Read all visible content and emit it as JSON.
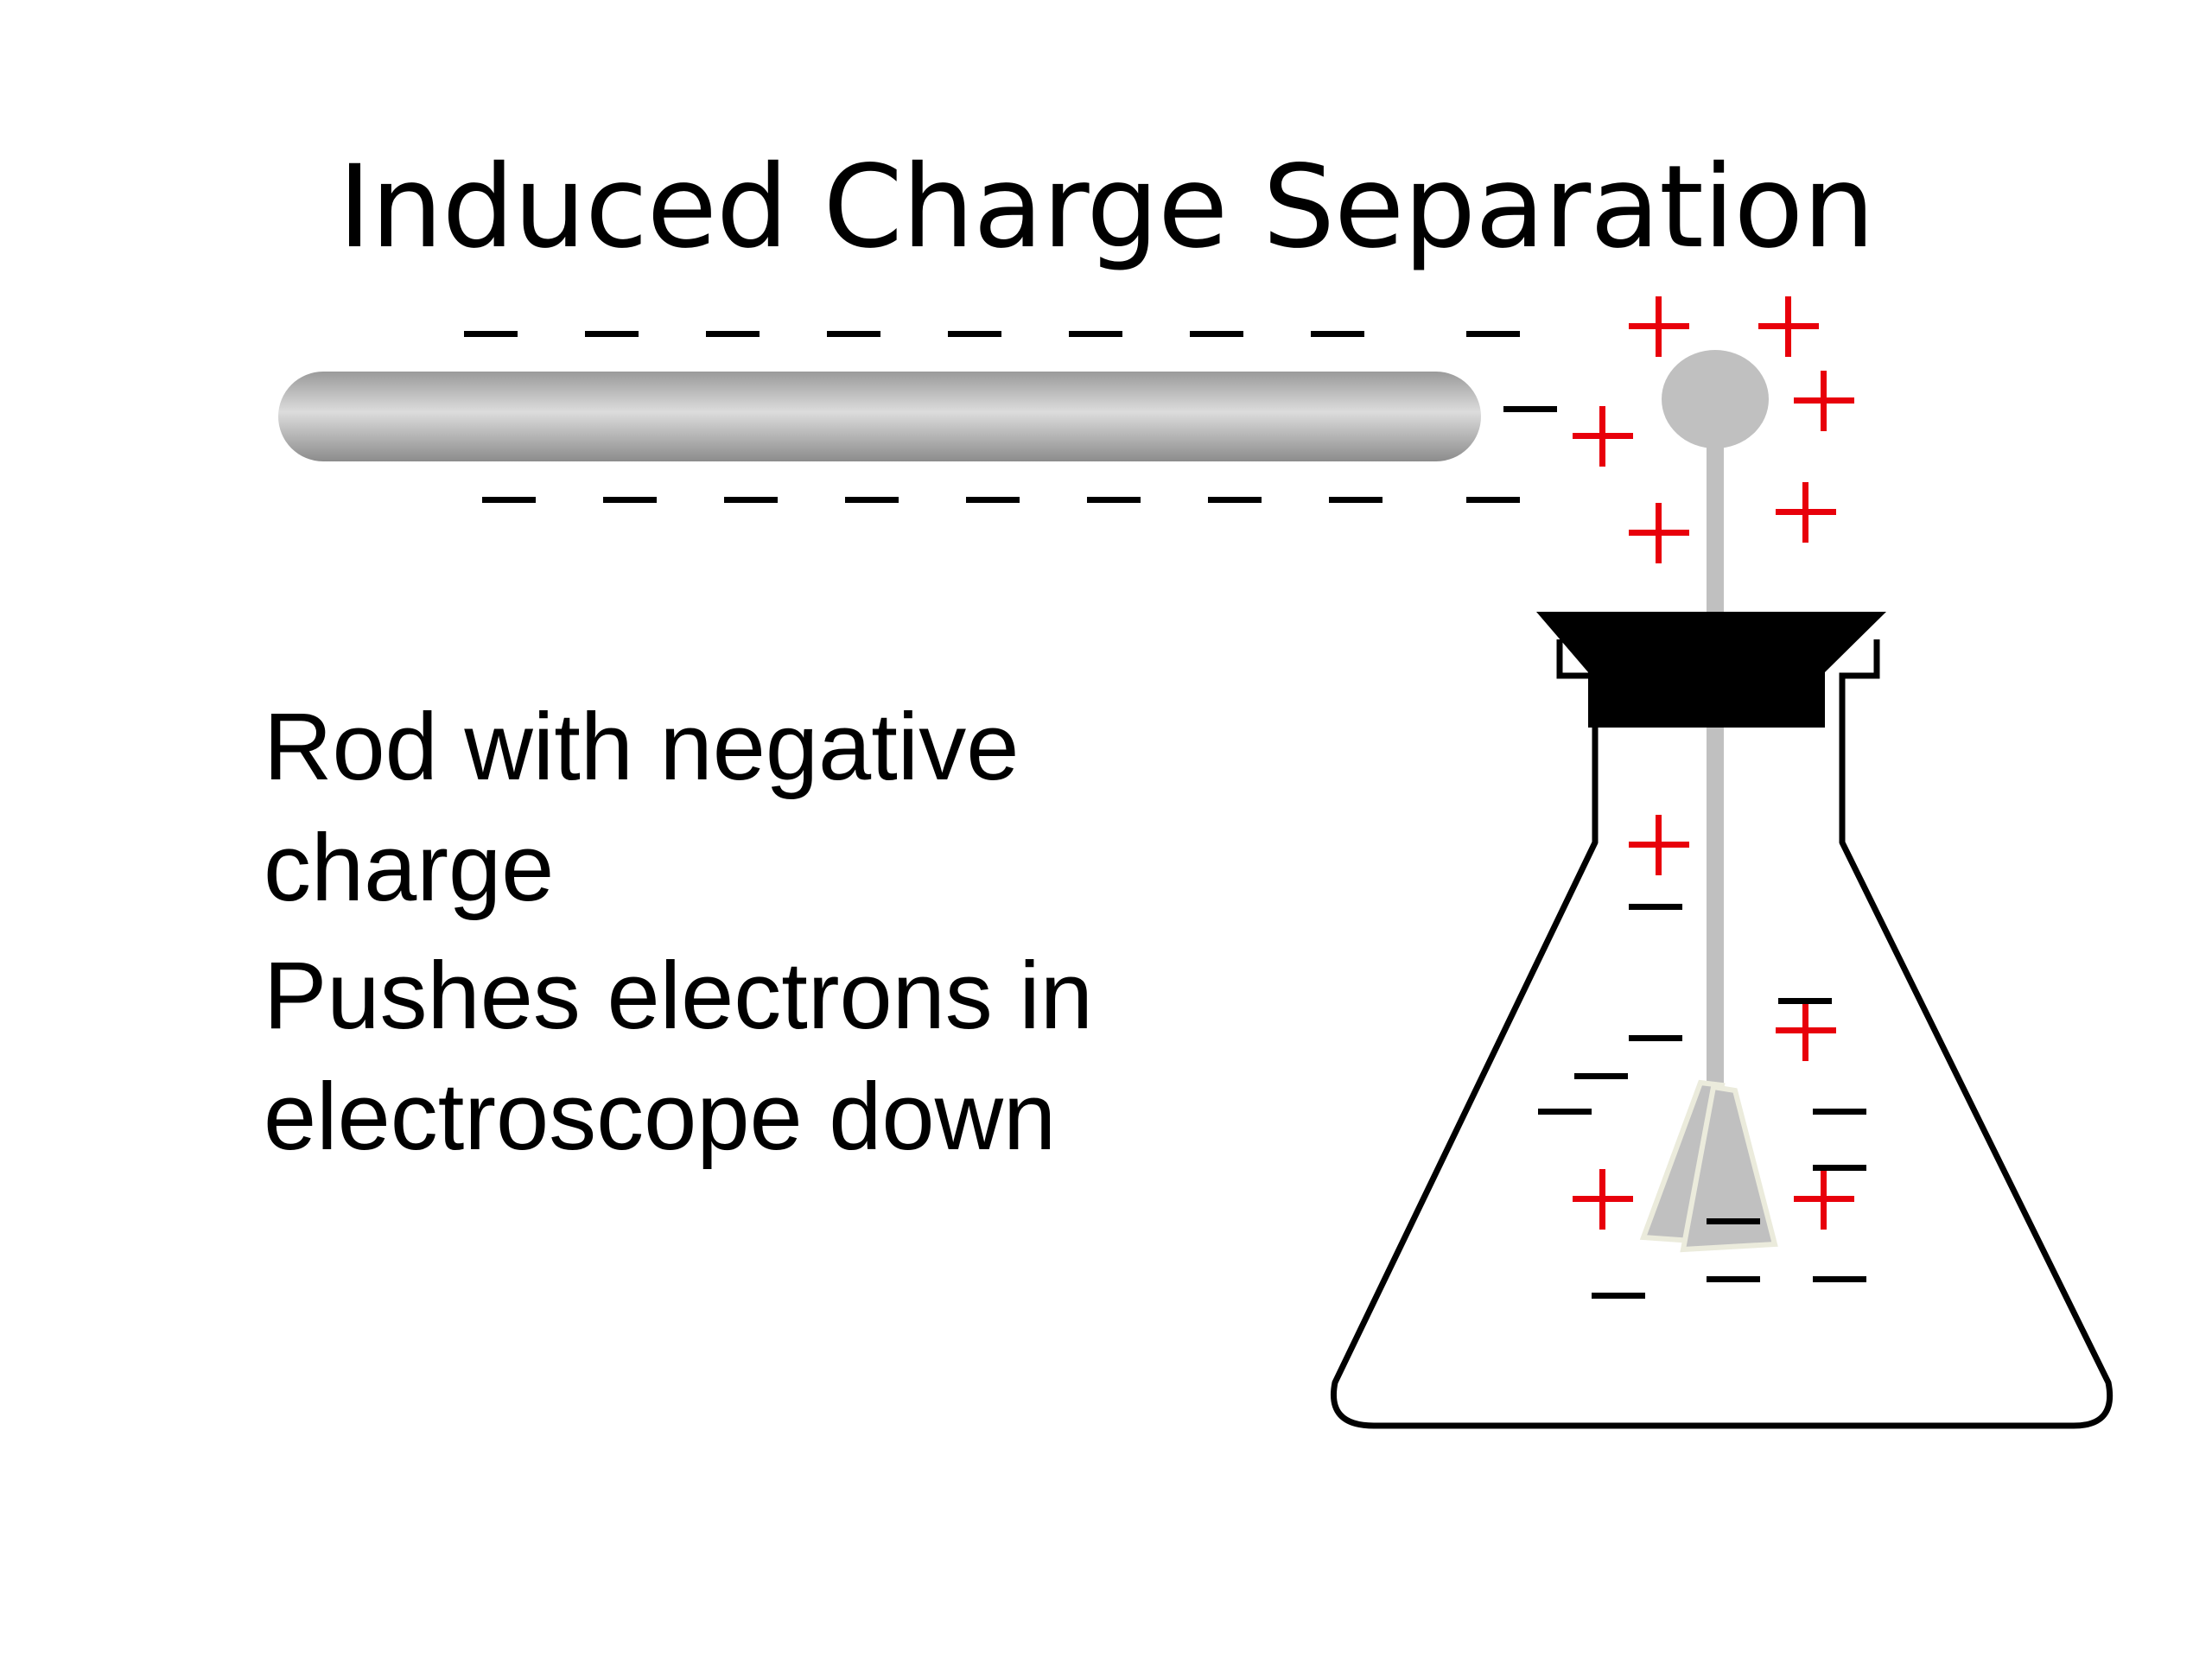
{
  "slide": {
    "title": "Induced Charge Separation",
    "bullets": [
      "Rod with negative charge",
      "Pushes electrons in electroscope down"
    ]
  },
  "colors": {
    "positive": "#e8000b",
    "negative": "#000000",
    "rod": "#a6a6a6",
    "electroscope": "#c0c0c0",
    "stopper": "#000000"
  },
  "symbols": {
    "positive": "+",
    "negative": "–"
  }
}
